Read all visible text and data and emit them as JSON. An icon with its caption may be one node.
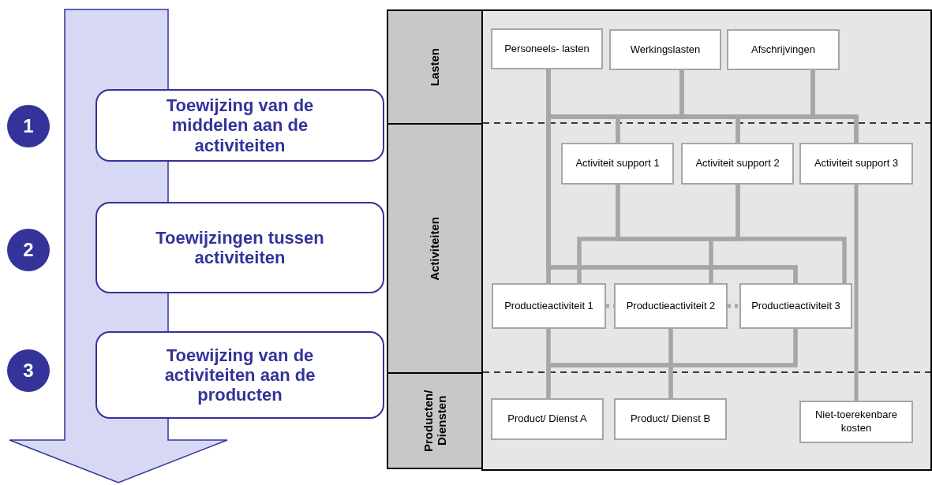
{
  "diagram": {
    "nodes": [
      {
        "text": [
          "1"
        ]
      },
      {
        "text": [
          "Toewijzing van de middelen aan de activiteiten"
        ]
      },
      {
        "text": [
          "2"
        ]
      },
      {
        "text": [
          "Toewijzingen tussen activiteiten"
        ]
      },
      {
        "text": [
          "3"
        ]
      },
      {
        "text": [
          "Toewijzing van de activiteiten aan de producten"
        ]
      },
      {
        "text": [
          "Lasten"
        ]
      },
      {
        "text": [
          "Activiteiten"
        ]
      },
      {
        "text": [
          "Producten/ Diensten"
        ]
      },
      {
        "text": [
          "Personeels- lasten"
        ]
      },
      {
        "text": [
          "Werkingslasten"
        ]
      },
      {
        "text": [
          "Afschrijvingen"
        ]
      },
      {
        "text": [
          "Activiteit support 1"
        ]
      },
      {
        "text": [
          "Activiteit support 2"
        ]
      },
      {
        "text": [
          "Activiteit support 3"
        ]
      },
      {
        "text": [
          "Productieactiviteit 1"
        ]
      },
      {
        "text": [
          "Productieactiviteit 2"
        ]
      },
      {
        "text": [
          "Productieactiviteit 3"
        ]
      },
      {
        "text": [
          "Product/ Dienst A"
        ]
      },
      {
        "text": [
          "Product/ Dienst B"
        ]
      },
      {
        "text": [
          "Niet-toerekenbare kosten"
        ]
      },
      {
        "text": [],
        "shape": "arrow"
      }
    ],
    "edges": [
      {
        "from": 9,
        "to": 12,
        "arrow": "none"
      },
      {
        "from": 9,
        "to": 13,
        "arrow": "none"
      },
      {
        "from": 9,
        "to": 14,
        "arrow": "none"
      },
      {
        "from": 9,
        "to": 15,
        "arrow": "none"
      },
      {
        "from": 9,
        "to": 17,
        "arrow": "none"
      },
      {
        "from": 10,
        "to": 12,
        "arrow": "none"
      },
      {
        "from": 10,
        "to": 13,
        "arrow": "none"
      },
      {
        "from": 10,
        "to": 14,
        "arrow": "none"
      },
      {
        "from": 10,
        "to": 15,
        "arrow": "none"
      },
      {
        "from": 10,
        "to": 17,
        "arrow": "none"
      },
      {
        "from": 11,
        "to": 12,
        "arrow": "none"
      },
      {
        "from": 11,
        "to": 13,
        "arrow": "none"
      },
      {
        "from": 11,
        "to": 14,
        "arrow": "none"
      },
      {
        "from": 11,
        "to": 15,
        "arrow": "none"
      },
      {
        "from": 11,
        "to": 17,
        "arrow": "none"
      },
      {
        "from": 12,
        "to": 15,
        "arrow": "none"
      },
      {
        "from": 12,
        "to": 16,
        "arrow": "none"
      },
      {
        "from": 12,
        "to": 17,
        "arrow": "none"
      },
      {
        "from": 13,
        "to": 15,
        "arrow": "none"
      },
      {
        "from": 13,
        "to": 16,
        "arrow": "none"
      },
      {
        "from": 13,
        "to": 17,
        "arrow": "none"
      },
      {
        "from": 14,
        "to": 20,
        "arrow": "none"
      },
      {
        "from": 15,
        "to": 16,
        "arrow": "none",
        "style": "dashed"
      },
      {
        "from": 16,
        "to": 17,
        "arrow": "none",
        "style": "dashed"
      },
      {
        "from": 15,
        "to": 18,
        "arrow": "none"
      },
      {
        "from": 15,
        "to": 19,
        "arrow": "none"
      },
      {
        "from": 16,
        "to": 18,
        "arrow": "none"
      },
      {
        "from": 16,
        "to": 19,
        "arrow": "none"
      },
      {
        "from": 17,
        "to": 18,
        "arrow": "none"
      },
      {
        "from": 17,
        "to": 19,
        "arrow": "none"
      }
    ]
  }
}
